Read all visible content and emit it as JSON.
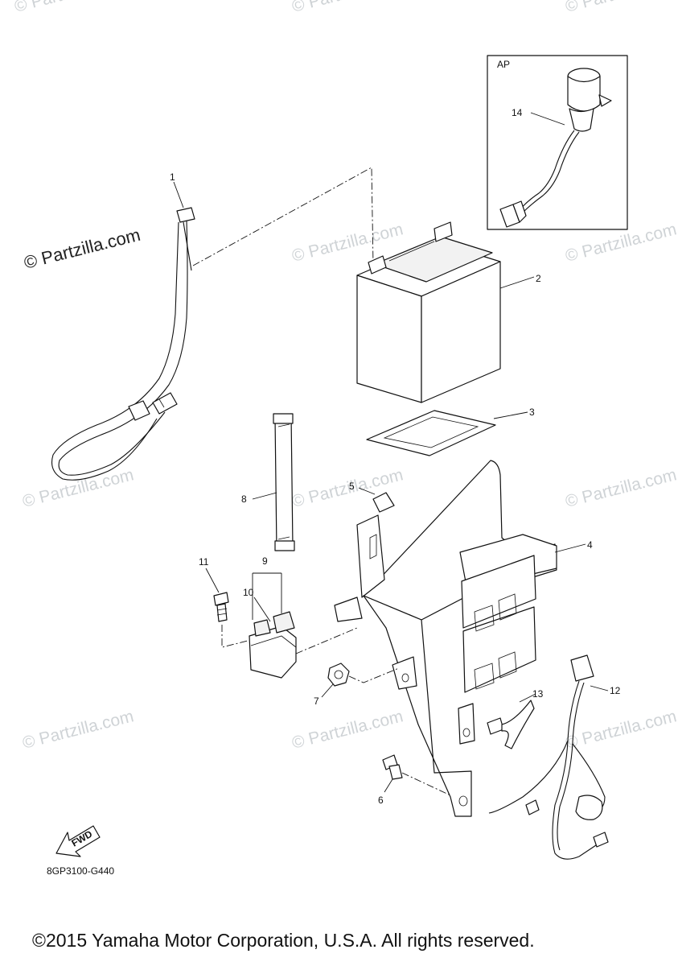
{
  "watermark": {
    "text": "© Partzilla.com",
    "brand_text": "© Partzilla.com"
  },
  "inset": {
    "label": "AP"
  },
  "callouts": {
    "c1": "1",
    "c2": "2",
    "c3": "3",
    "c4": "4",
    "c5": "5",
    "c6": "6",
    "c7": "7",
    "c8": "8",
    "c9": "9",
    "c10": "10",
    "c11": "11",
    "c12": "12",
    "c13": "13",
    "c14": "14"
  },
  "fwd_label": "FWD",
  "diagram_code": "8GP3100-G440",
  "copyright": "©2015 Yamaha Motor Corporation, U.S.A. All rights reserved."
}
